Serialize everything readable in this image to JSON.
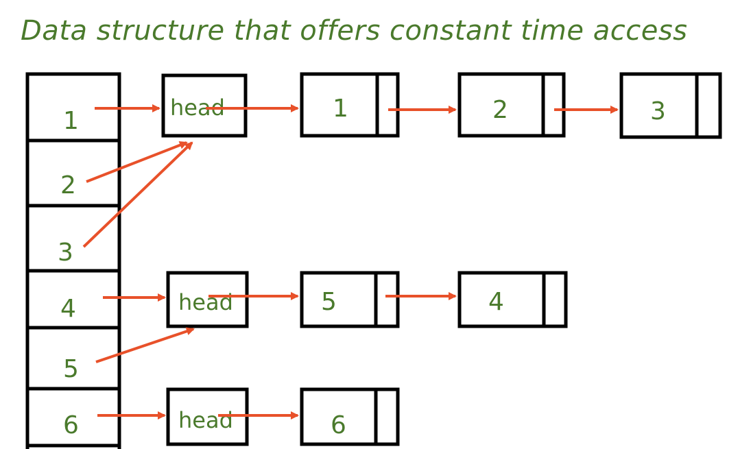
{
  "title": "Data structure that offers constant time access",
  "slots": [
    "1",
    "2",
    "3",
    "4",
    "5",
    "6"
  ],
  "head_label": "head",
  "chains": [
    {
      "nodes": [
        "1",
        "2",
        "3"
      ]
    },
    {
      "nodes": [
        "5",
        "4"
      ]
    },
    {
      "nodes": [
        "6"
      ]
    }
  ],
  "colors": {
    "ink": "#4a7a2c",
    "arrow": "#e8512a",
    "box": "#000000"
  }
}
